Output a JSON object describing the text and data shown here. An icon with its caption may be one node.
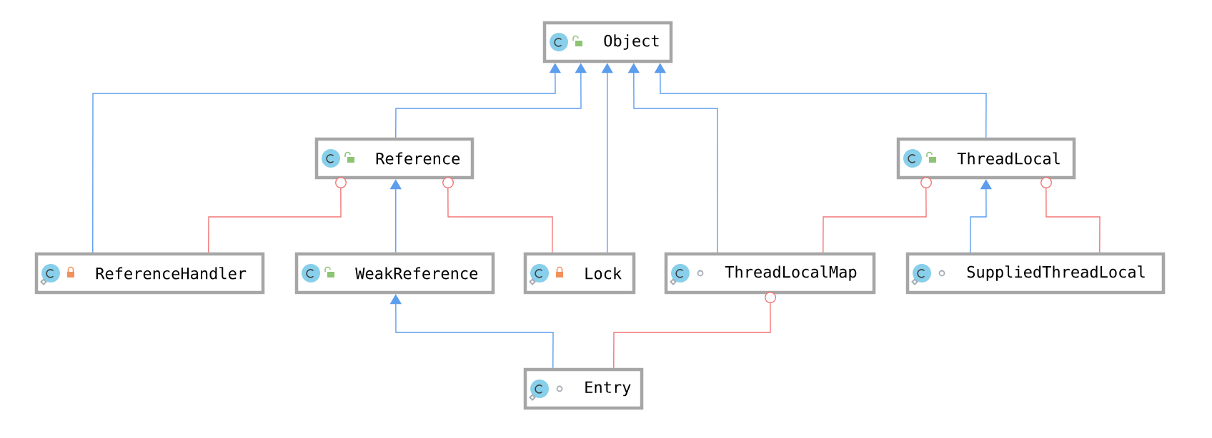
{
  "diagram": {
    "nodes": [
      {
        "text": [
          "Object"
        ]
      },
      {
        "text": [
          "Reference"
        ]
      },
      {
        "text": [
          "ThreadLocal"
        ]
      },
      {
        "text": [
          "ReferenceHandler"
        ]
      },
      {
        "text": [
          "WeakReference"
        ]
      },
      {
        "text": [
          "Lock"
        ]
      },
      {
        "text": [
          "ThreadLocalMap"
        ]
      },
      {
        "text": [
          "SuppliedThreadLocal"
        ]
      },
      {
        "text": [
          "Entry"
        ]
      }
    ],
    "edges": [
      {
        "from": 3,
        "to": 0,
        "arrow": "to"
      },
      {
        "from": 1,
        "to": 0,
        "arrow": "to"
      },
      {
        "from": 5,
        "to": 0,
        "arrow": "to"
      },
      {
        "from": 6,
        "to": 0,
        "arrow": "to"
      },
      {
        "from": 2,
        "to": 0,
        "arrow": "to"
      },
      {
        "from": 1,
        "to": 3,
        "arrow": "other",
        "color": "#f27575"
      },
      {
        "from": 4,
        "to": 1,
        "arrow": "to"
      },
      {
        "from": 1,
        "to": 5,
        "arrow": "other",
        "color": "#f27575"
      },
      {
        "from": 2,
        "to": 6,
        "arrow": "other",
        "color": "#f27575"
      },
      {
        "from": 7,
        "to": 2,
        "arrow": "to"
      },
      {
        "from": 2,
        "to": 7,
        "arrow": "other",
        "color": "#f27575"
      },
      {
        "from": 8,
        "to": 4,
        "arrow": "to"
      },
      {
        "from": 6,
        "to": 8,
        "arrow": "other",
        "color": "#f27575"
      }
    ]
  }
}
